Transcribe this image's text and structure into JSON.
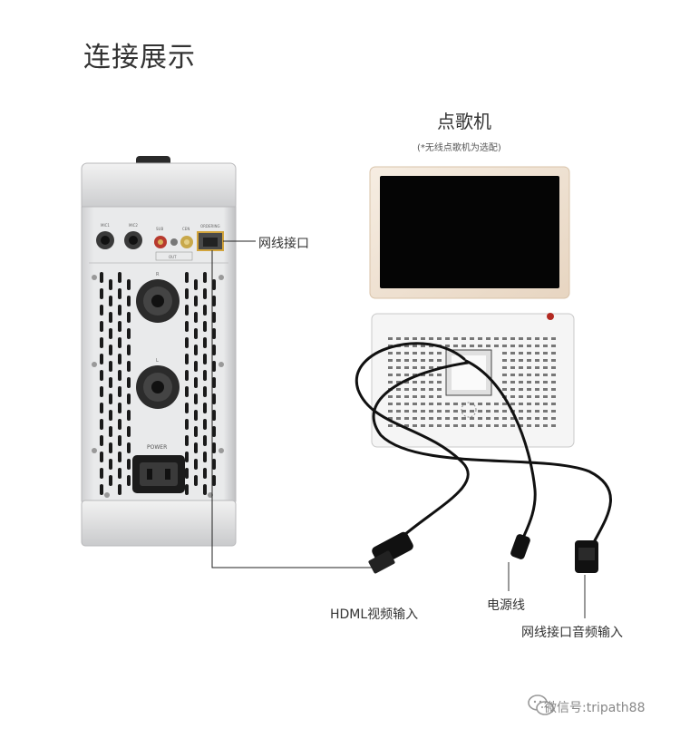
{
  "page_title": "连接展示",
  "tablet": {
    "title": "点歌机",
    "note": "(*无线点歌机为选配)"
  },
  "amp_labels": {
    "mic1": "MIC1",
    "mic2": "MIC2",
    "sub": "SUB",
    "out": "OUT",
    "cen": "CEN",
    "ordering": "ORDERING",
    "speaker_r": "R",
    "speaker_l": "L",
    "power": "POWER"
  },
  "callouts": {
    "network_port": "网线接口",
    "hdmi_input": "HDML视频输入",
    "power_cable": "电源线",
    "network_audio_input": "网线接口音频输入"
  },
  "watermark": {
    "text": "微信号:tripath88",
    "icon": "wechat-icon"
  }
}
